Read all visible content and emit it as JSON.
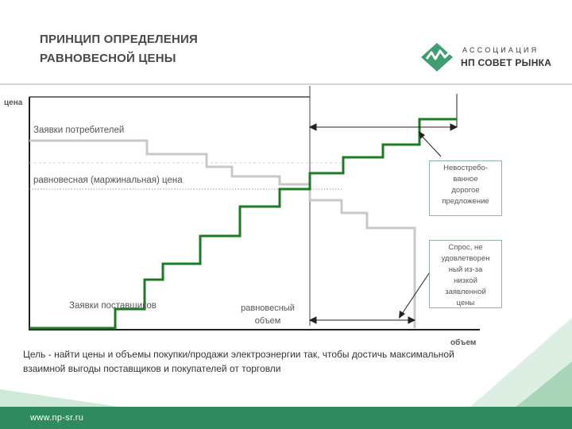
{
  "title": {
    "line1": "ПРИНЦИП ОПРЕДЕЛЕНИЯ",
    "line2": "РАВНОВЕСНОЙ ЦЕНЫ"
  },
  "logo": {
    "top_text": "АССОЦИАЦИЯ",
    "main_text": "НП СОВЕТ РЫНКА"
  },
  "diagram": {
    "y_axis_label": "цена",
    "x_axis_label": "объем",
    "consumer_bids_label": "Заявки потребителей",
    "equilibrium_price_label": "равновесная (маржинальная) цена",
    "supplier_bids_label": "Заявки поставщиков",
    "equilibrium_volume_label": [
      "равновесный",
      "объем"
    ],
    "callout_unclaimed": [
      "Невостребо-",
      "ванное",
      "дорогое",
      "предложение"
    ],
    "callout_unmet": [
      "Спрос, не",
      "удовлетворен",
      "ный из-за",
      "низкой",
      "заявленной",
      "цены"
    ]
  },
  "goal_text": "Цель  - найти цены и объемы покупки/продажи электроэнергии так, чтобы достичь максимальной взаимной выгоды поставщиков и покупателей от торговли",
  "footer": {
    "website": "www.np-sr.ru"
  },
  "colors": {
    "supply": "#1e7a25",
    "demand": "#c8c8c8",
    "brand": "#3f9e6f",
    "footer_dark": "#2f8a60"
  }
}
